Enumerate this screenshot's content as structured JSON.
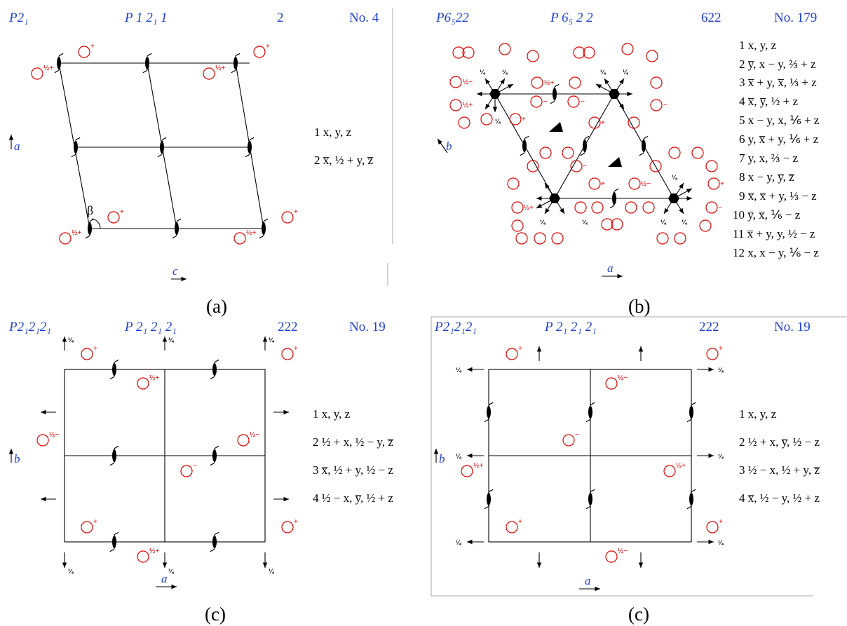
{
  "panels": {
    "a": {
      "symbol": "P2₁",
      "full_symbol": "P 1 2₁ 1",
      "point_group": "2",
      "number": "No. 4",
      "axis_vertical": "a",
      "axis_horizontal": "c",
      "angle": "β",
      "positions": [
        "1  x, y, z",
        "2  x̅, ½ + y, z̅"
      ],
      "caption": "(a)"
    },
    "b": {
      "symbol": "P6₅22",
      "full_symbol": "P 6₅ 2 2",
      "point_group": "622",
      "number": "No. 179",
      "axis_vertical": "b",
      "axis_horizontal": "a",
      "positions": [
        "1  x, y, z",
        "2  y̅, x − y, ⅔ + z",
        "3  x̅ + y, x̅, ⅓ + z",
        "4  x̅, y̅, ½ + z",
        "5  x − y, x, ⅙ + z",
        "6  y, x̅ + y, ⅙ + z",
        "7  y, x, ⅔ − z",
        "8  x − y, y̅, z̅",
        "9  x̅, x̅ + y, ⅓ − z",
        "10  y̅, x̅, ⅙ − z",
        "11  x̅ + y, y, ½ − z",
        "12  x, x − y, ⅙ − z"
      ],
      "caption": "(b)"
    },
    "c1": {
      "symbol": "P2₁2₁2₁",
      "full_symbol": "P 2₁ 2₁ 2₁",
      "point_group": "222",
      "number": "No. 19",
      "axis_vertical": "b",
      "axis_horizontal": "a",
      "positions": [
        "1  x, y, z",
        "2  ½ + x, ½ − y, z̅",
        "3  x̅, ½ + y, ½ − z",
        "4  ½ − x, y̅, ½ + z"
      ],
      "caption": "(c)"
    },
    "c2": {
      "symbol": "P2₁2₁2₁",
      "full_symbol": "P 2₁ 2₁ 2₁",
      "point_group": "222",
      "number": "No. 19",
      "axis_vertical": "b",
      "axis_horizontal": "a",
      "positions": [
        "1  x, y, z",
        "2  ½ + x, y̅, ½ − z",
        "3  ½ − x, ½ + y, z̅",
        "4  x̅, ½ − y, ½ + z"
      ],
      "caption": "(c)"
    }
  },
  "labels": {
    "plus": "+",
    "minus": "−",
    "half_plus": "½+",
    "half_minus": "½−",
    "quarter": "¼"
  },
  "colors": {
    "title_blue": "#1f3fcf",
    "position_red": "#e00000",
    "ink": "#000000"
  }
}
